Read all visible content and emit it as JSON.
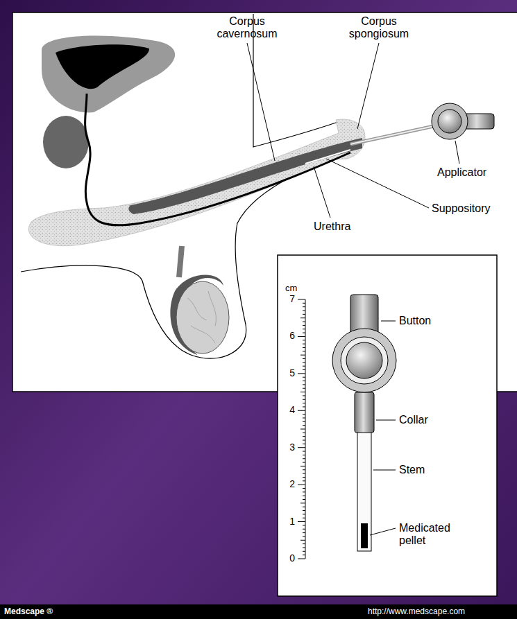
{
  "diagram": {
    "labels": [
      "Corpus cavernosum",
      "Corpus spongiosum",
      "Applicator",
      "Suppository",
      "Urethra",
      "cm",
      "7",
      "6",
      "5",
      "4",
      "3",
      "2",
      "1",
      "0",
      "Button",
      "Collar",
      "Stem",
      "Medicated pellet",
      "Medscape ®",
      "http://www.medscape.com"
    ]
  }
}
